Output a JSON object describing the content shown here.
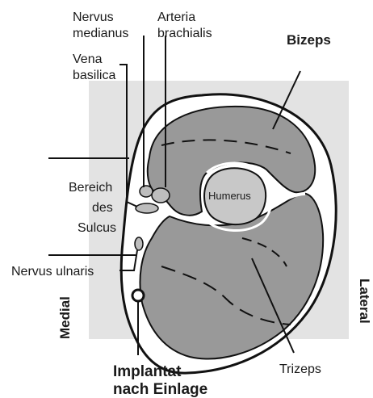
{
  "labels": {
    "nervus_medianus": [
      "Nervus",
      "medianus"
    ],
    "arteria_brachialis": [
      "Arteria",
      "brachialis"
    ],
    "vena_basilica": [
      "Vena",
      "basilica"
    ],
    "bizeps": "Bizeps",
    "bereich_des_sulcus": [
      "Bereich",
      "des",
      "Sulcus"
    ],
    "humerus": "Humerus",
    "nervus_ulnaris": "Nervus ulnaris",
    "medial": "Medial",
    "lateral": "Lateral",
    "implantat": [
      "Implantat",
      "nach Einlage"
    ],
    "trizeps": "Trizeps"
  },
  "colors": {
    "background_panel": "#e3e3e3",
    "muscle": "#999999",
    "bone": "#c8c8c8",
    "outline": "#111111"
  }
}
